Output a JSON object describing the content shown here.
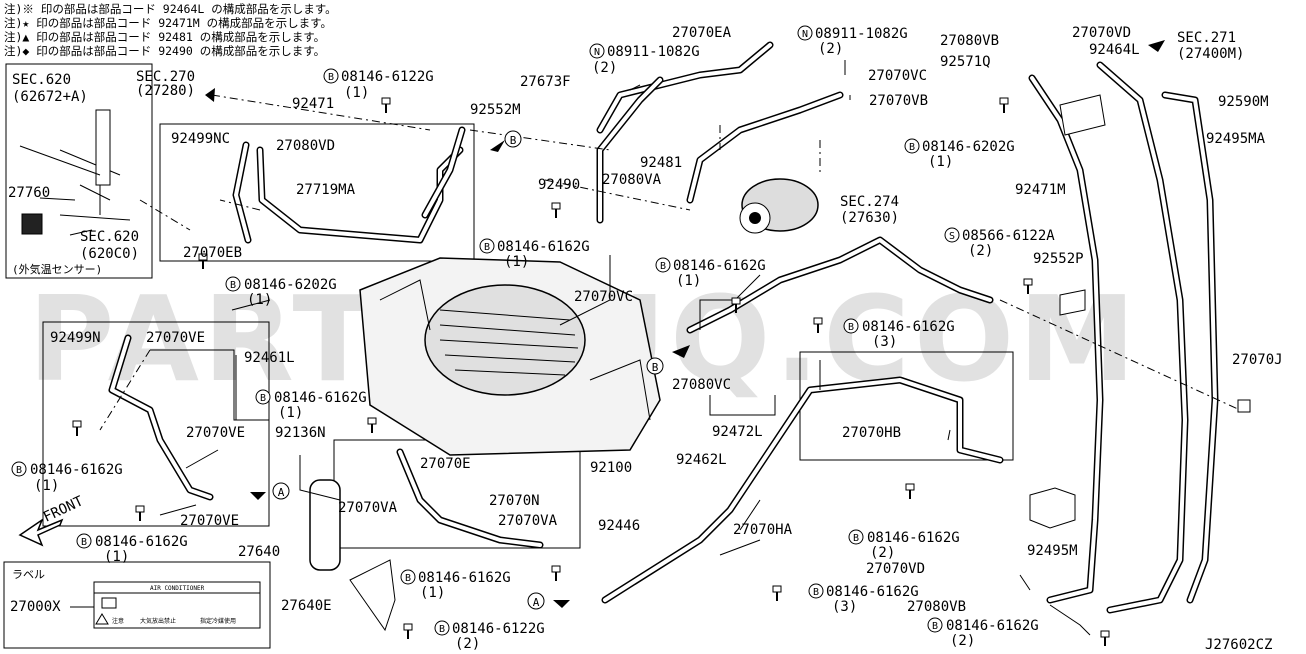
{
  "notes": [
    "注)※ 印の部品は部品コード 92464L の構成部品を示します。",
    "注)★ 印の部品は部品コード 92471M の構成部品を示します。",
    "注)▲ 印の部品は部品コード 92481 の構成部品を示します。",
    "注)◆ 印の部品は部品コード 92490 の構成部品を示します。"
  ],
  "watermark": "PARTSOUQ.COM",
  "diagram_id": "J27602CZ",
  "front_label": "FRONT",
  "sensor_caption": "(外気温センサー)",
  "label_box": {
    "title": "ラベル",
    "part": "27000X",
    "sticker_heading": "AIR CONDITIONER",
    "sticker_lines": [
      "注意",
      "大気放出禁止",
      "指定冷媒使用"
    ]
  },
  "callout_letters": {
    "a": "A",
    "b": "B"
  },
  "labels": {
    "sec620_top": "SEC.620",
    "sec620_top_sub": "(62672+A)",
    "p27760": "27760",
    "sec620_mid": "SEC.620",
    "sec620_mid_sub": "(620C0)",
    "sec270": "SEC.270",
    "sec270_sub": "(27280)",
    "p92471": "92471",
    "bolt_6122g_top": "08146-6122G",
    "qty_1_a": "(1)",
    "p92499nc": "92499NC",
    "p27080vd": "27080VD",
    "p27719ma": "27719MA",
    "p27070eb": "27070EB",
    "bolt_6202g_left": "08146-6202G",
    "qty_1_b": "(1)",
    "p92499n": "92499N",
    "p27070ve_a": "27070VE",
    "p92461l": "92461L",
    "p27070ve_b": "27070VE",
    "bolt_6162g_left": "08146-6162G",
    "qty_1_c": "(1)",
    "p27070ve_c": "27070VE",
    "bolt_6162g_bl": "08146-6162G",
    "qty_1_d": "(1)",
    "bolt_6162g_mid": "08146-6162G",
    "qty_1_e": "(1)",
    "p92136n": "92136N",
    "p27070e": "27070E",
    "p27070va_a": "27070VA",
    "p27070n": "27070N",
    "p27070va_b": "27070VA",
    "p92446": "92446",
    "p27640": "27640",
    "bolt_6162g_low": "08146-6162G",
    "qty_1_f": "(1)",
    "p27640e": "27640E",
    "bolt_6122g_low": "08146-6122G",
    "qty_2_a": "(2)",
    "p27070ea": "27070EA",
    "nut_n_left": "08911-1082G",
    "qty_2_b": "(2)",
    "nut_n_right": "08911-1082G",
    "qty_2_c": "(2)",
    "p27673f": "27673F",
    "p27070vc_a": "27070VC",
    "p92552m": "92552M",
    "p27070vb_a": "27070VB",
    "p92481": "92481",
    "p27080va": "27080VA",
    "p92490": "92490",
    "sec274": "SEC.274",
    "sec274_sub": "(27630)",
    "bolt_6162g_c1": "08146-6162G",
    "qty_1_g": "(1)",
    "p27070vc_b": "27070VC",
    "bolt_6162g_c2": "08146-6162G",
    "qty_1_h": "(1)",
    "bolt_6162g_c3": "08146-6162G",
    "qty_3_a": "(3)",
    "p27080vc": "27080VC",
    "p92472l": "92472L",
    "p92100": "92100",
    "p92462l": "92462L",
    "p27070hb": "27070HB",
    "p27070ha": "27070HA",
    "bolt_6162g_r1": "08146-6162G",
    "qty_2_d": "(2)",
    "p27070vd_b": "27070VD",
    "bolt_6162g_r2": "08146-6162G",
    "qty_3_b": "(3)",
    "p27080vb_b": "27080VB",
    "bolt_6162g_r3": "08146-6162G",
    "qty_2_e": "(2)",
    "p27080vb_a": "27080VB",
    "p27070vd_a": "27070VD",
    "p92464l": "92464L",
    "sec271": "SEC.271",
    "sec271_sub": "(27400M)",
    "p92571q": "92571Q",
    "p92590m": "92590M",
    "p92495ma": "92495MA",
    "bolt_6202g_right": "08146-6202G",
    "qty_1_i": "(1)",
    "p92471m": "92471M",
    "screw_s": "08566-6122A",
    "qty_2_f": "(2)",
    "p92552p": "92552P",
    "p27070j": "27070J",
    "p92495m": "92495M"
  }
}
